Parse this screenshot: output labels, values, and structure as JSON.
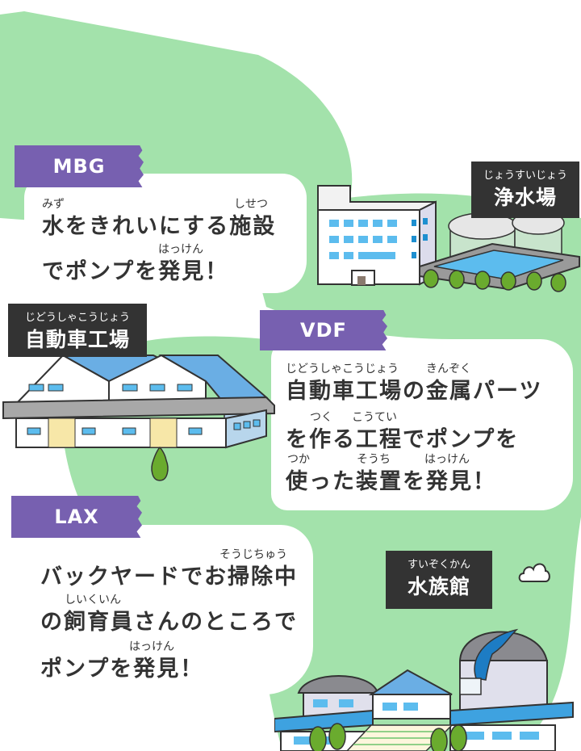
{
  "colors": {
    "green_bg": "#a3e2ab",
    "tag_purple": "#7760b0",
    "label_dark": "#333333",
    "text_dark": "#333333",
    "window_blue": "#5cbcee",
    "roof_blue": "#6aaee4",
    "tree_green": "#6aab2e"
  },
  "sections": [
    {
      "tag": "MBG",
      "place_label": {
        "ruby": "じょうすいじょう",
        "name": "浄水場"
      },
      "lines": [
        {
          "text": "水をきれいにする施設",
          "rubies": [
            {
              "ruby": "みず"
            },
            {
              "ruby": "しせつ"
            }
          ]
        },
        {
          "text": "でポンプを発見！",
          "rubies": [
            {
              "ruby": "はっけん"
            }
          ]
        }
      ],
      "illustration": "water-treatment-plant"
    },
    {
      "tag": "VDF",
      "place_label": {
        "ruby": "じどうしゃこうじょう",
        "name": "自動車工場"
      },
      "lines": [
        {
          "text": "自動車工場の金属パーツ",
          "rubies": [
            {
              "ruby": "じどうしゃこうじょう"
            },
            {
              "ruby": "きんぞく"
            }
          ]
        },
        {
          "text": "を作る工程でポンプを",
          "rubies": [
            {
              "ruby": "つく"
            },
            {
              "ruby": "こうてい"
            }
          ]
        },
        {
          "text": "使った装置を発見！",
          "rubies": [
            {
              "ruby": "つか"
            },
            {
              "ruby": "そうち"
            },
            {
              "ruby": "はっけん"
            }
          ]
        }
      ],
      "illustration": "car-factory"
    },
    {
      "tag": "LAX",
      "place_label": {
        "ruby": "すいぞくかん",
        "name": "水族館"
      },
      "lines": [
        {
          "text": "バックヤードでお掃除中",
          "rubies": [
            {
              "ruby": "そうじちゅう"
            }
          ]
        },
        {
          "text": "の飼育員さんのところで",
          "rubies": [
            {
              "ruby": "しいくいん"
            }
          ]
        },
        {
          "text": "ポンプを発見！",
          "rubies": [
            {
              "ruby": "はっけん"
            }
          ]
        }
      ],
      "illustration": "aquarium"
    }
  ]
}
